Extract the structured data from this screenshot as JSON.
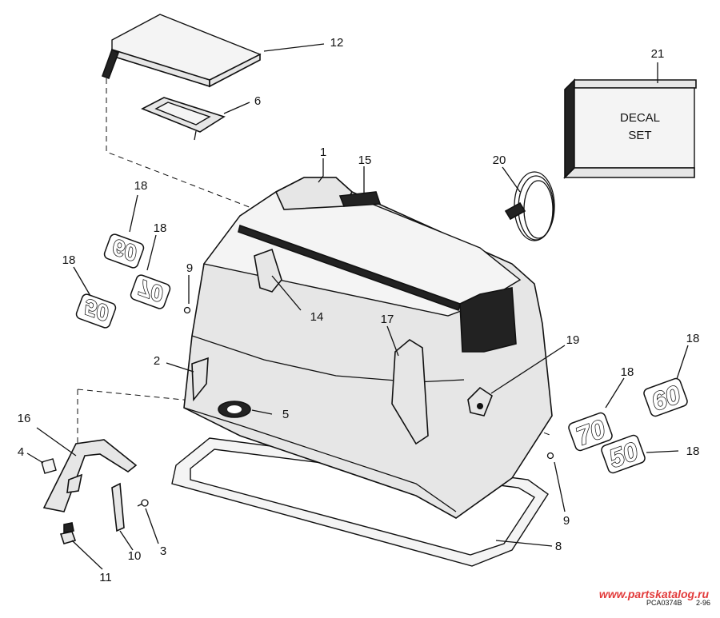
{
  "callouts": {
    "c1": "1",
    "c2": "2",
    "c3": "3",
    "c4": "4",
    "c5": "5",
    "c6": "6",
    "c8": "8",
    "c9a": "9",
    "c9b": "9",
    "c10": "10",
    "c11": "11",
    "c12": "12",
    "c14": "14",
    "c15": "15",
    "c16": "16",
    "c17": "17",
    "c18a": "18",
    "c18b": "18",
    "c18c": "18",
    "c18d": "18",
    "c18e": "18",
    "c18f": "18",
    "c19": "19",
    "c20": "20",
    "c21": "21"
  },
  "decal_box": {
    "line1": "DECAL",
    "line2": "SET"
  },
  "badges": {
    "b60": "60",
    "b70": "70",
    "b50": "50",
    "b60m": "60",
    "b70m": "70",
    "b50m": "50"
  },
  "footer": {
    "watermark": "www.partskatalog.ru",
    "code": "PCA0374B",
    "date": "2-96"
  }
}
